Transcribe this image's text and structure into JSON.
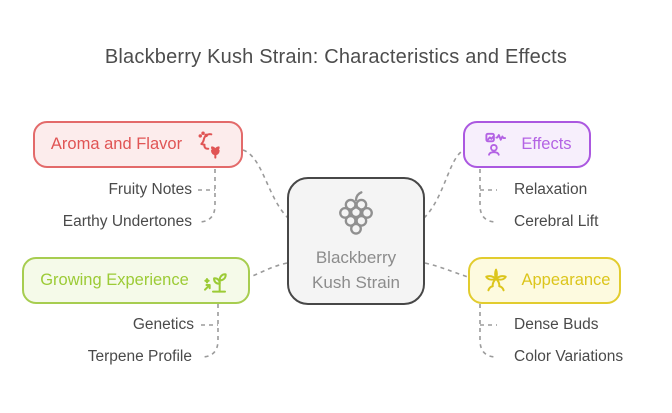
{
  "title": "Blackberry Kush Strain: Characteristics and Effects",
  "connector_color": "#9b9b9b",
  "leaf_text_color": "#4a4a4a",
  "center": {
    "line1": "Blackberry",
    "line2": "Kush Strain",
    "border_color": "#474747",
    "bg_color": "#f4f4f4",
    "text_color": "#8c8c8c",
    "icon": "blackberry-icon"
  },
  "branches": [
    {
      "label": "Aroma and Flavor",
      "icon": "aroma-smell-icon",
      "text_color": "#e05454",
      "border_color": "#e36a6a",
      "bg_color": "#fcecec",
      "children": [
        "Fruity Notes",
        "Earthy Undertones"
      ]
    },
    {
      "label": "Effects",
      "icon": "person-pulse-icon",
      "text_color": "#b463e4",
      "border_color": "#ab58e0",
      "bg_color": "#f7effc",
      "children": [
        "Relaxation",
        "Cerebral Lift"
      ]
    },
    {
      "label": "Growing Experience",
      "icon": "growing-plant-icon",
      "text_color": "#9ccb36",
      "border_color": "#a7cd50",
      "bg_color": "#f5fae9",
      "children": [
        "Genetics",
        "Terpene Profile"
      ]
    },
    {
      "label": "Appearance",
      "icon": "cannabis-plant-icon",
      "text_color": "#dcc51c",
      "border_color": "#e2cc2e",
      "bg_color": "#fdfadf",
      "children": [
        "Dense Buds",
        "Color Variations"
      ]
    }
  ]
}
